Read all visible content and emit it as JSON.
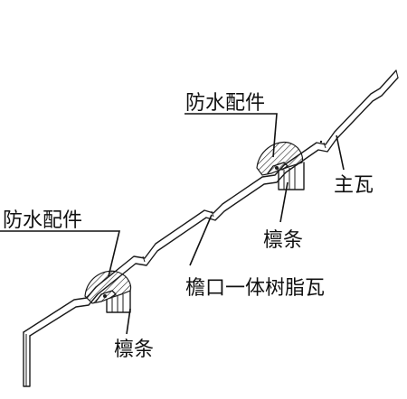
{
  "labels": {
    "waterproof_top": "防水配件",
    "waterproof_left": "防水配件",
    "main_tile": "主瓦",
    "purlin_middle": "檩条",
    "eave_tile": "檐口一体树脂瓦",
    "purlin_bottom": "檩条"
  },
  "colors": {
    "ink": "#1a1a1a",
    "fitting_fill": "#4a4a4a",
    "background": "#ffffff"
  }
}
